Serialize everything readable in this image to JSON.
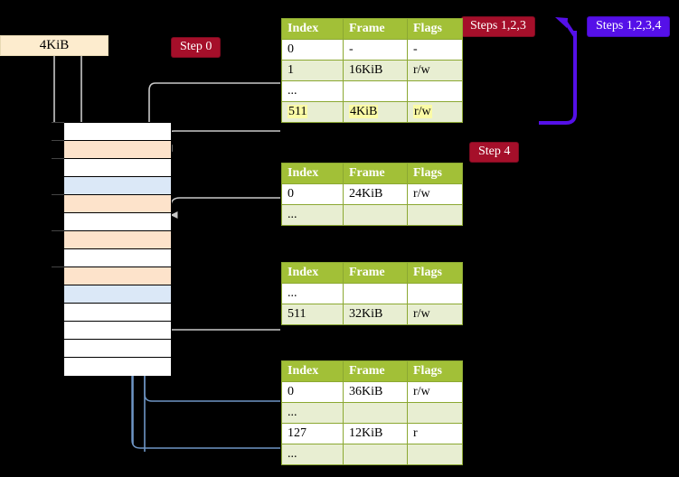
{
  "diagram": {
    "title": "page-table-walk",
    "colors": {
      "table_header": "#a2c037",
      "table_alt_row": "#e8eed2",
      "highlight": "#fbfba6",
      "badge_red": "#a50f2a",
      "badge_blue": "#5510e8",
      "mem_orange": "#fde3cb",
      "mem_blue": "#dbe8f7",
      "kib_box": "#fdecce"
    }
  },
  "labels": {
    "kib_box": "4KiB",
    "step0": "Step 0",
    "steps123": "Steps 1,2,3",
    "steps1234": "Steps 1,2,3,4",
    "step4": "Step 4"
  },
  "memory_column": {
    "name": "physical-memory-column",
    "rows": [
      {
        "fill": "white"
      },
      {
        "fill": "orange"
      },
      {
        "fill": "white"
      },
      {
        "fill": "blue"
      },
      {
        "fill": "orange"
      },
      {
        "fill": "white"
      },
      {
        "fill": "orange"
      },
      {
        "fill": "white"
      },
      {
        "fill": "orange"
      },
      {
        "fill": "blue"
      },
      {
        "fill": "white"
      },
      {
        "fill": "white"
      },
      {
        "fill": "white"
      },
      {
        "fill": "white"
      }
    ]
  },
  "tables": [
    {
      "name": "page-table-level-0",
      "headers": [
        "Index",
        "Frame",
        "Flags"
      ],
      "rows": [
        {
          "cells": [
            "0",
            "-",
            "-"
          ],
          "alt": false,
          "highlight": false
        },
        {
          "cells": [
            "1",
            "16KiB",
            "r/w"
          ],
          "alt": true,
          "highlight": false
        },
        {
          "cells": [
            "...",
            "",
            ""
          ],
          "alt": false,
          "highlight": false
        },
        {
          "cells": [
            "511",
            "4KiB",
            "r/w"
          ],
          "alt": true,
          "highlight": true
        }
      ]
    },
    {
      "name": "page-table-level-1",
      "headers": [
        "Index",
        "Frame",
        "Flags"
      ],
      "rows": [
        {
          "cells": [
            "0",
            "24KiB",
            "r/w"
          ],
          "alt": false,
          "highlight": false
        },
        {
          "cells": [
            "...",
            "",
            ""
          ],
          "alt": true,
          "highlight": false
        }
      ]
    },
    {
      "name": "page-table-level-2",
      "headers": [
        "Index",
        "Frame",
        "Flags"
      ],
      "rows": [
        {
          "cells": [
            "...",
            "",
            ""
          ],
          "alt": false,
          "highlight": false
        },
        {
          "cells": [
            "511",
            "32KiB",
            "r/w"
          ],
          "alt": true,
          "highlight": false
        }
      ]
    },
    {
      "name": "page-table-level-3",
      "headers": [
        "Index",
        "Frame",
        "Flags"
      ],
      "rows": [
        {
          "cells": [
            "0",
            "36KiB",
            "r/w"
          ],
          "alt": false,
          "highlight": false
        },
        {
          "cells": [
            "...",
            "",
            ""
          ],
          "alt": true,
          "highlight": false
        },
        {
          "cells": [
            "127",
            "12KiB",
            "r"
          ],
          "alt": false,
          "highlight": false
        },
        {
          "cells": [
            "...",
            "",
            ""
          ],
          "alt": true,
          "highlight": false
        }
      ]
    }
  ]
}
